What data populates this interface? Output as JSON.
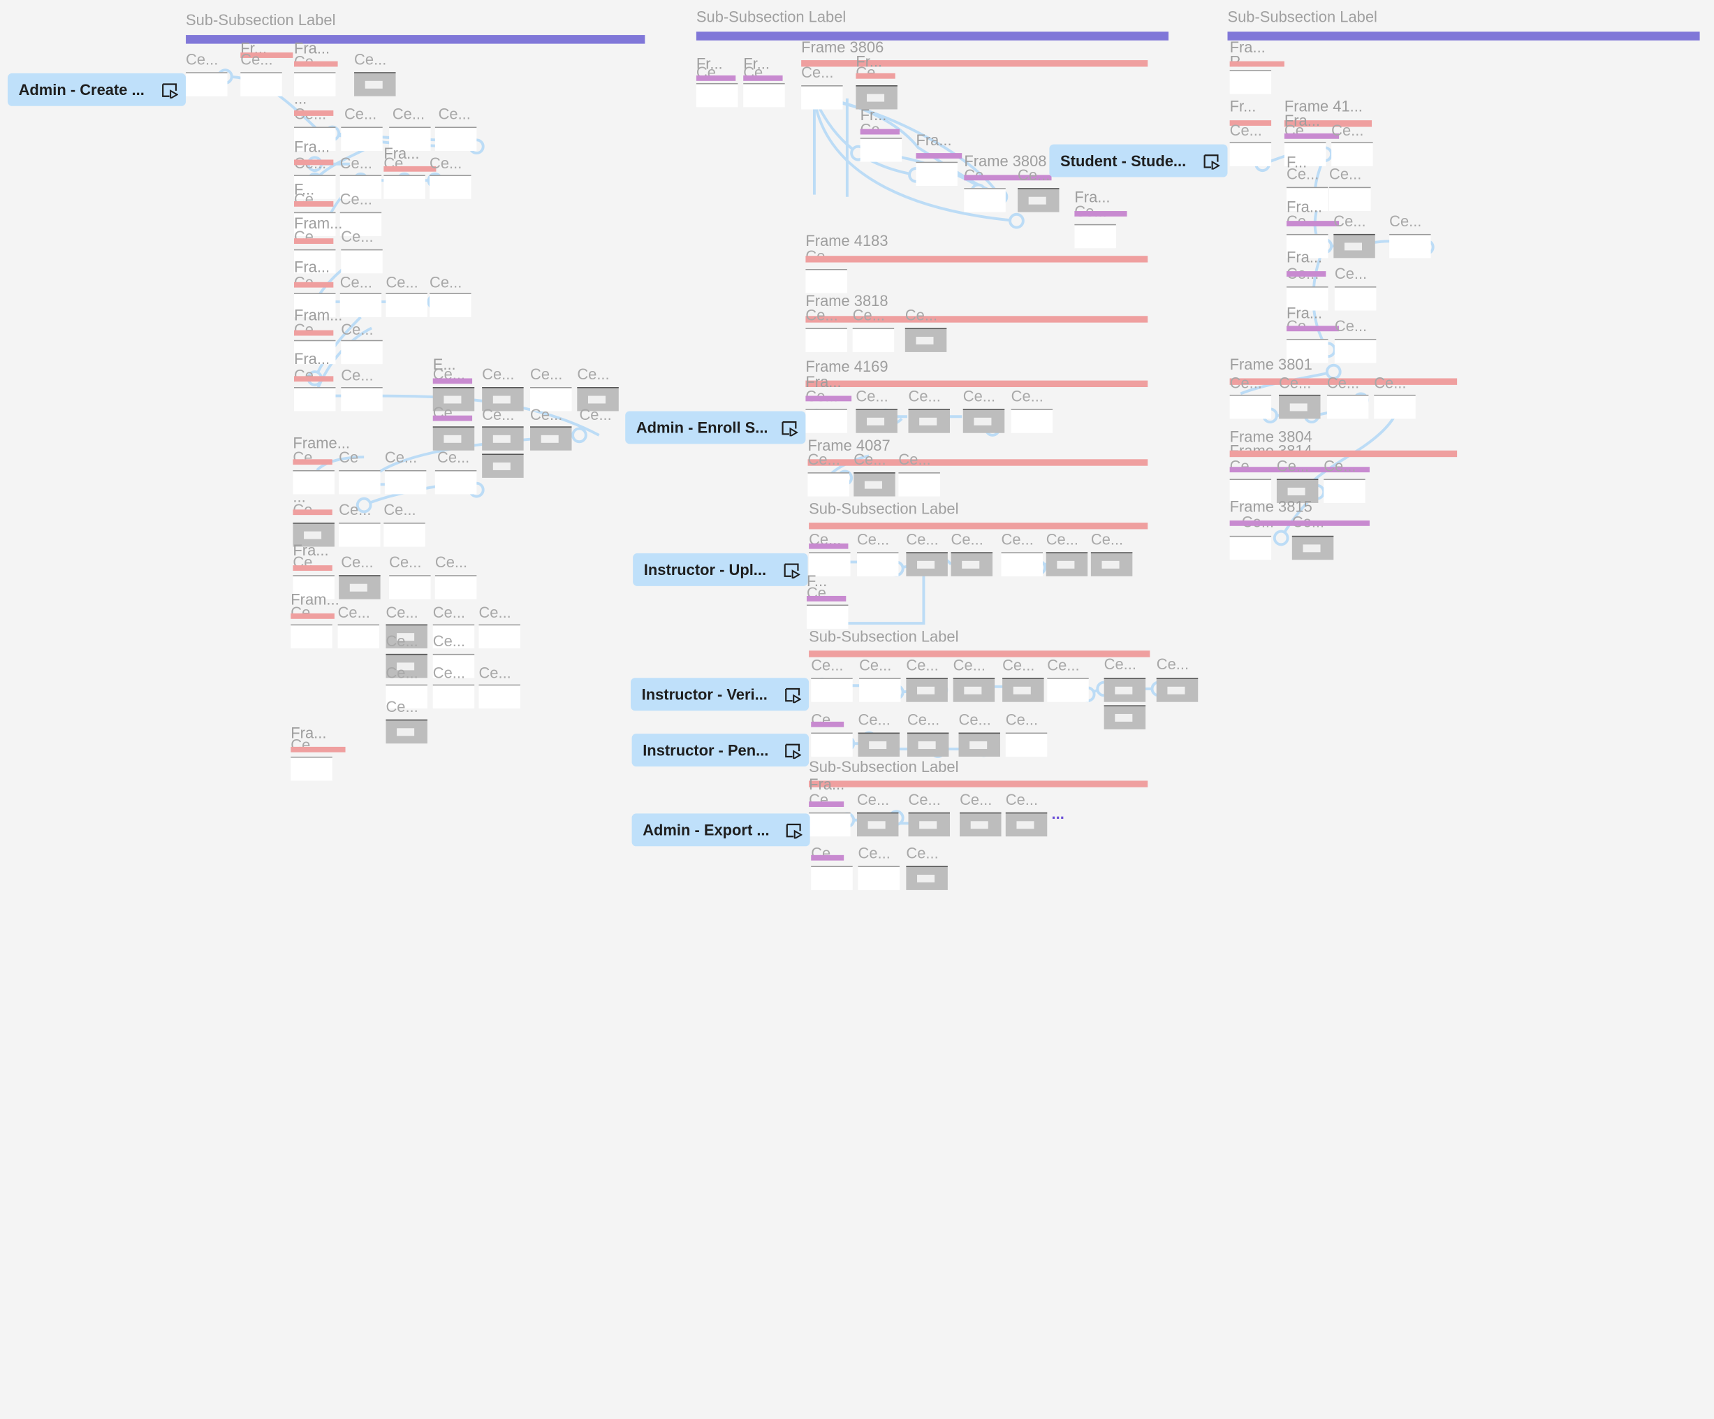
{
  "sections": [
    {
      "label": "Sub-Subsection Label"
    },
    {
      "label": "Sub-Subsection Label"
    },
    {
      "label": "Sub-Subsection Label"
    }
  ],
  "inner_sections": [
    {
      "label": "Sub-Subsection Label"
    },
    {
      "label": "Sub-Subsection Label"
    },
    {
      "label": "Sub-Subsection Label"
    }
  ],
  "frames": {
    "f3806": "Frame 3806",
    "f3808": "Frame 3808",
    "f4183": "Frame 4183",
    "f3818": "Frame 3818",
    "f4169": "Frame 4169",
    "f4087": "Frame 4087",
    "f3801": "Frame 3801",
    "f3804": "Frame 3804",
    "f3814": "Frame 3814",
    "f3815": "Frame 3815",
    "f41x": "Frame 41...",
    "frame_trunc": "Frame...",
    "fram_trunc": "Fram...",
    "fra_trunc": "Fra...",
    "fr_trunc": "Fr...",
    "f_trunc": "F...",
    "e_trunc": "E...",
    "r_trunc": "R...",
    "ellipsis": "..."
  },
  "cell_label": "Ce...",
  "cell_label_short": "Ce",
  "flows": [
    {
      "label": "Admin - Create ..."
    },
    {
      "label": "Student - Stude..."
    },
    {
      "label": "Admin - Enroll S..."
    },
    {
      "label": "Instructor - Upl..."
    },
    {
      "label": "Instructor - Veri..."
    },
    {
      "label": "Instructor - Pen..."
    },
    {
      "label": "Admin - Export ..."
    }
  ],
  "more_dots": "...",
  "colors": {
    "canvas_bg": "#f4f4f4",
    "section_bar": "#8077d8",
    "frame_bar": "#ef9f9f",
    "accent_bar": "#c88ad0",
    "flow_chip": "#bfe0fa",
    "connector": "#bcdcf6"
  },
  "icons": {
    "flow_start": "play-frame-icon"
  }
}
